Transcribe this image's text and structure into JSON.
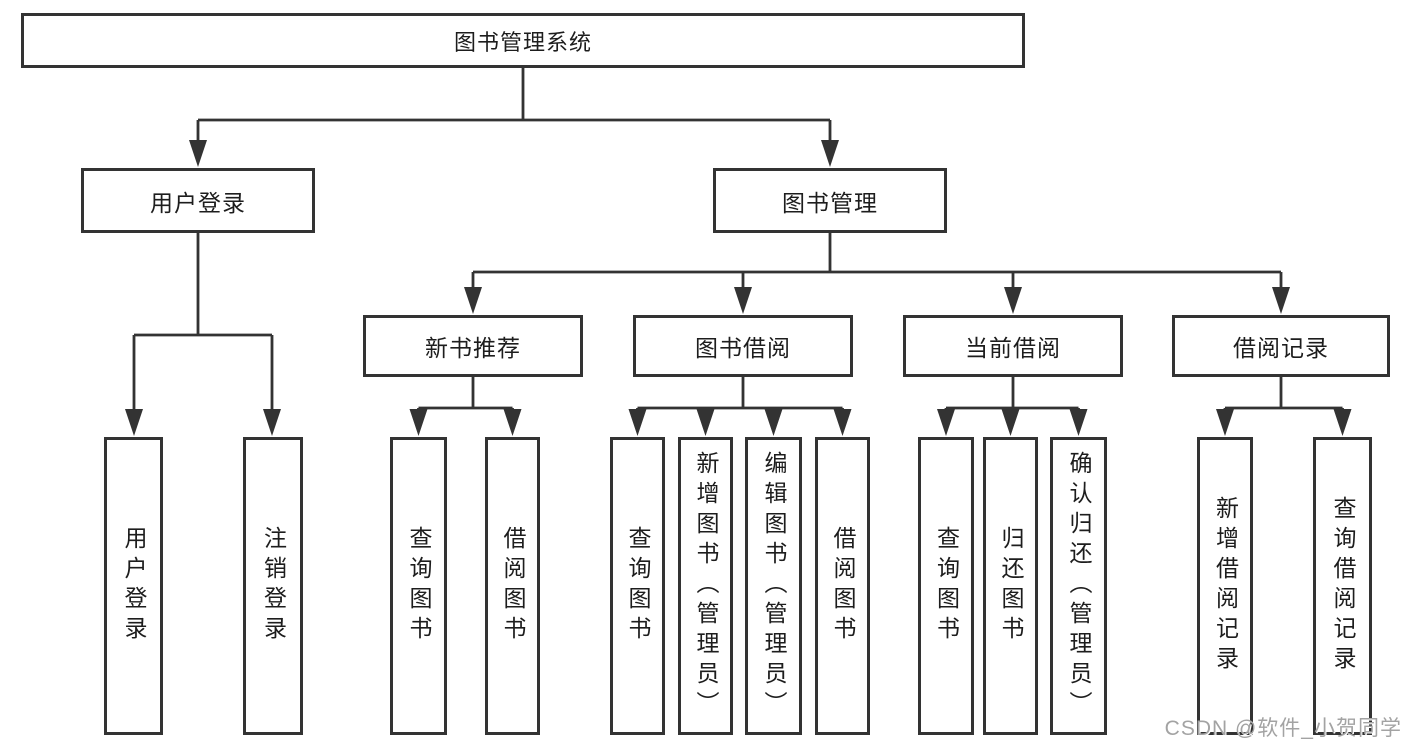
{
  "colors": {
    "background": "#ffffff",
    "line": "#333333",
    "box_border": "#333333",
    "text": "#1d1d1d",
    "watermark_text": "#a3a3a3"
  },
  "tree": {
    "root": {
      "label": "图书管理系统"
    },
    "branches": [
      {
        "label": "用户登录",
        "children": [
          {
            "label": "用户登录"
          },
          {
            "label": "注销登录"
          }
        ]
      },
      {
        "label": "图书管理",
        "children": [
          {
            "label": "新书推荐",
            "children": [
              {
                "label": "查询图书"
              },
              {
                "label": "借阅图书"
              }
            ]
          },
          {
            "label": "图书借阅",
            "children": [
              {
                "label": "查询图书"
              },
              {
                "label": "新增图书（管理员）"
              },
              {
                "label": "编辑图书（管理员）"
              },
              {
                "label": "借阅图书"
              }
            ]
          },
          {
            "label": "当前借阅",
            "children": [
              {
                "label": "查询图书"
              },
              {
                "label": "归还图书"
              },
              {
                "label": "确认归还（管理员）"
              }
            ]
          },
          {
            "label": "借阅记录",
            "children": [
              {
                "label": "新增借阅记录"
              },
              {
                "label": "查询借阅记录"
              }
            ]
          }
        ]
      }
    ]
  },
  "watermark": {
    "text": "CSDN @软件_小贺同学"
  }
}
